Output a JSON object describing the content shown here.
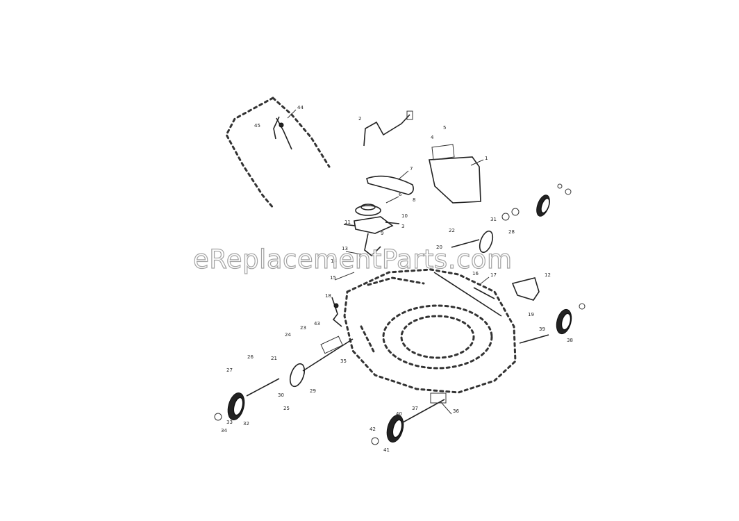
{
  "watermark": "eReplacementParts.com",
  "part_labels": [
    "1",
    "2",
    "3",
    "4",
    "5",
    "6",
    "7",
    "8",
    "9",
    "10",
    "11",
    "12",
    "13",
    "14",
    "15",
    "16",
    "17",
    "18",
    "19",
    "20",
    "21",
    "22",
    "23",
    "24",
    "25",
    "26",
    "27",
    "28",
    "29",
    "30",
    "31",
    "32",
    "33",
    "34",
    "35",
    "36",
    "37",
    "38",
    "39",
    "40",
    "41",
    "42",
    "43",
    "44",
    "45"
  ],
  "colors": {
    "ink": "#222222",
    "watermark_outline": "#9a9a9a",
    "background": "#ffffff"
  }
}
